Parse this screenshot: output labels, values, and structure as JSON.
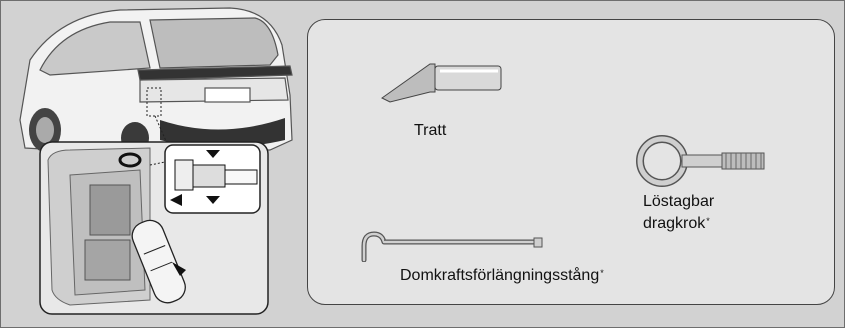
{
  "tools": {
    "funnel": {
      "label": "Tratt"
    },
    "tow_hook": {
      "label_line1": "Löstagbar",
      "label_line2": "dragkrok",
      "asterisk": "*"
    },
    "jack_bar": {
      "label": "Domkraftsförlängningsstång",
      "asterisk": "*"
    }
  },
  "icons": {
    "car": "car-rear-icon",
    "inset": "cargo-bag-strap-icon",
    "funnel": "funnel-icon",
    "tow_hook": "tow-hook-icon",
    "jack_bar": "jack-handle-extension-icon"
  }
}
